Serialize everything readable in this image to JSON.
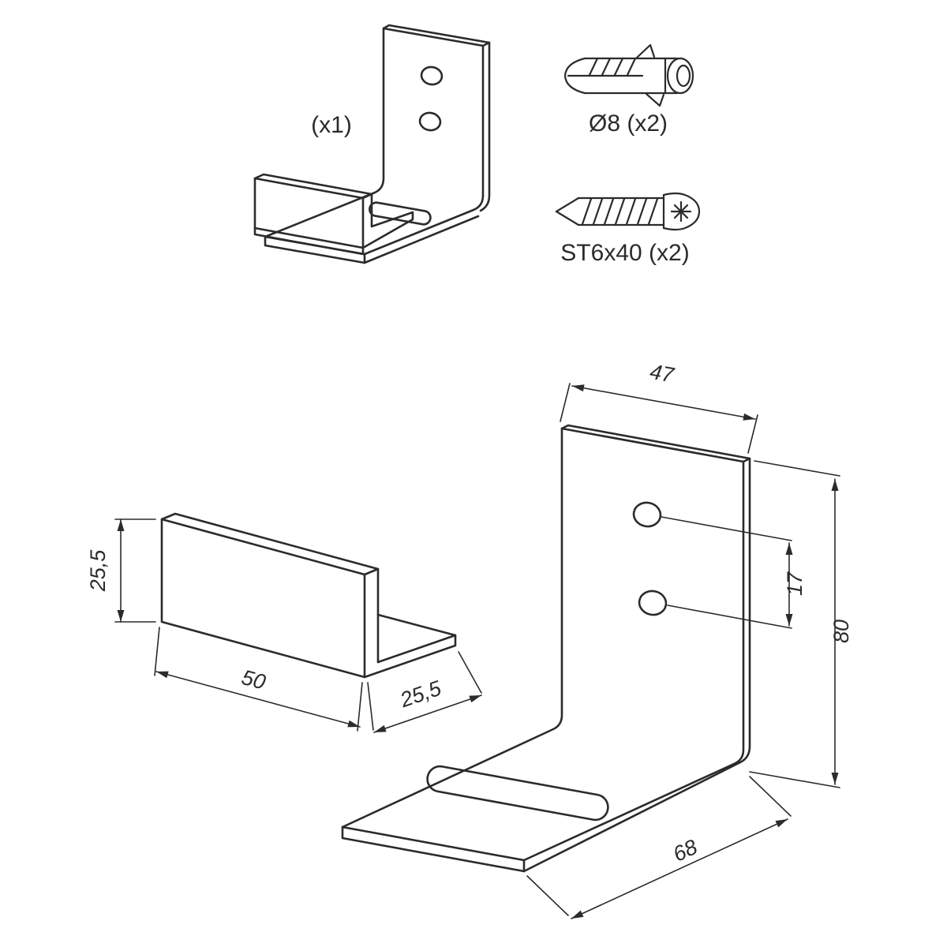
{
  "figure": {
    "background": "#ffffff",
    "line_color": "#2b2b2b"
  },
  "callouts": {
    "bracket_qty": "(x1)",
    "plug_label": "Ø8 (x2)",
    "screw_label": "ST6x40 (x2)"
  },
  "dimensions": {
    "profile_height": "25,5",
    "profile_length": "50",
    "profile_depth": "25,5",
    "bracket_width": "47",
    "bracket_hole_spacing": "17",
    "bracket_height": "80",
    "bracket_depth": "68"
  }
}
